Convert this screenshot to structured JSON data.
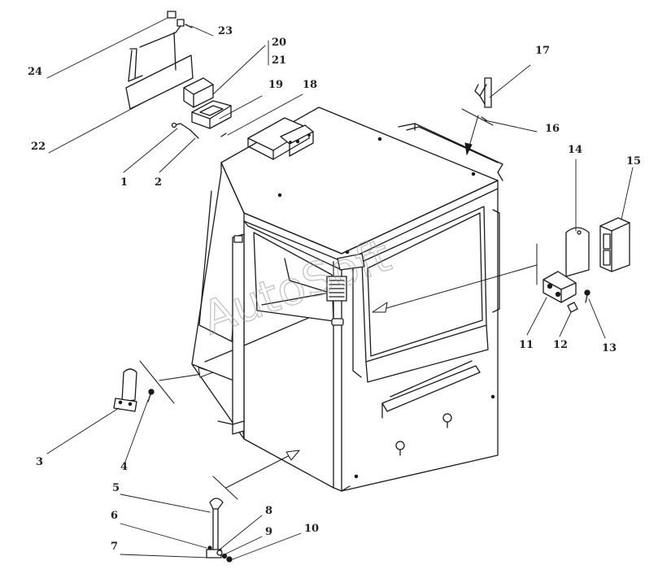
{
  "diagram": {
    "watermark": "AutoSoft",
    "callouts": [
      {
        "id": "c1",
        "label": "1"
      },
      {
        "id": "c2",
        "label": "2"
      },
      {
        "id": "c3",
        "label": "3"
      },
      {
        "id": "c4",
        "label": "4"
      },
      {
        "id": "c5",
        "label": "5"
      },
      {
        "id": "c6",
        "label": "6"
      },
      {
        "id": "c7",
        "label": "7"
      },
      {
        "id": "c8",
        "label": "8"
      },
      {
        "id": "c9",
        "label": "9"
      },
      {
        "id": "c10",
        "label": "10"
      },
      {
        "id": "c11",
        "label": "11"
      },
      {
        "id": "c12",
        "label": "12"
      },
      {
        "id": "c13",
        "label": "13"
      },
      {
        "id": "c14",
        "label": "14"
      },
      {
        "id": "c15",
        "label": "15"
      },
      {
        "id": "c16",
        "label": "16"
      },
      {
        "id": "c17",
        "label": "17"
      },
      {
        "id": "c18",
        "label": "18"
      },
      {
        "id": "c19",
        "label": "19"
      },
      {
        "id": "c20",
        "label": "20"
      },
      {
        "id": "c21",
        "label": "21"
      },
      {
        "id": "c22",
        "label": "22"
      },
      {
        "id": "c23",
        "label": "23"
      },
      {
        "id": "c24",
        "label": "24"
      }
    ]
  }
}
